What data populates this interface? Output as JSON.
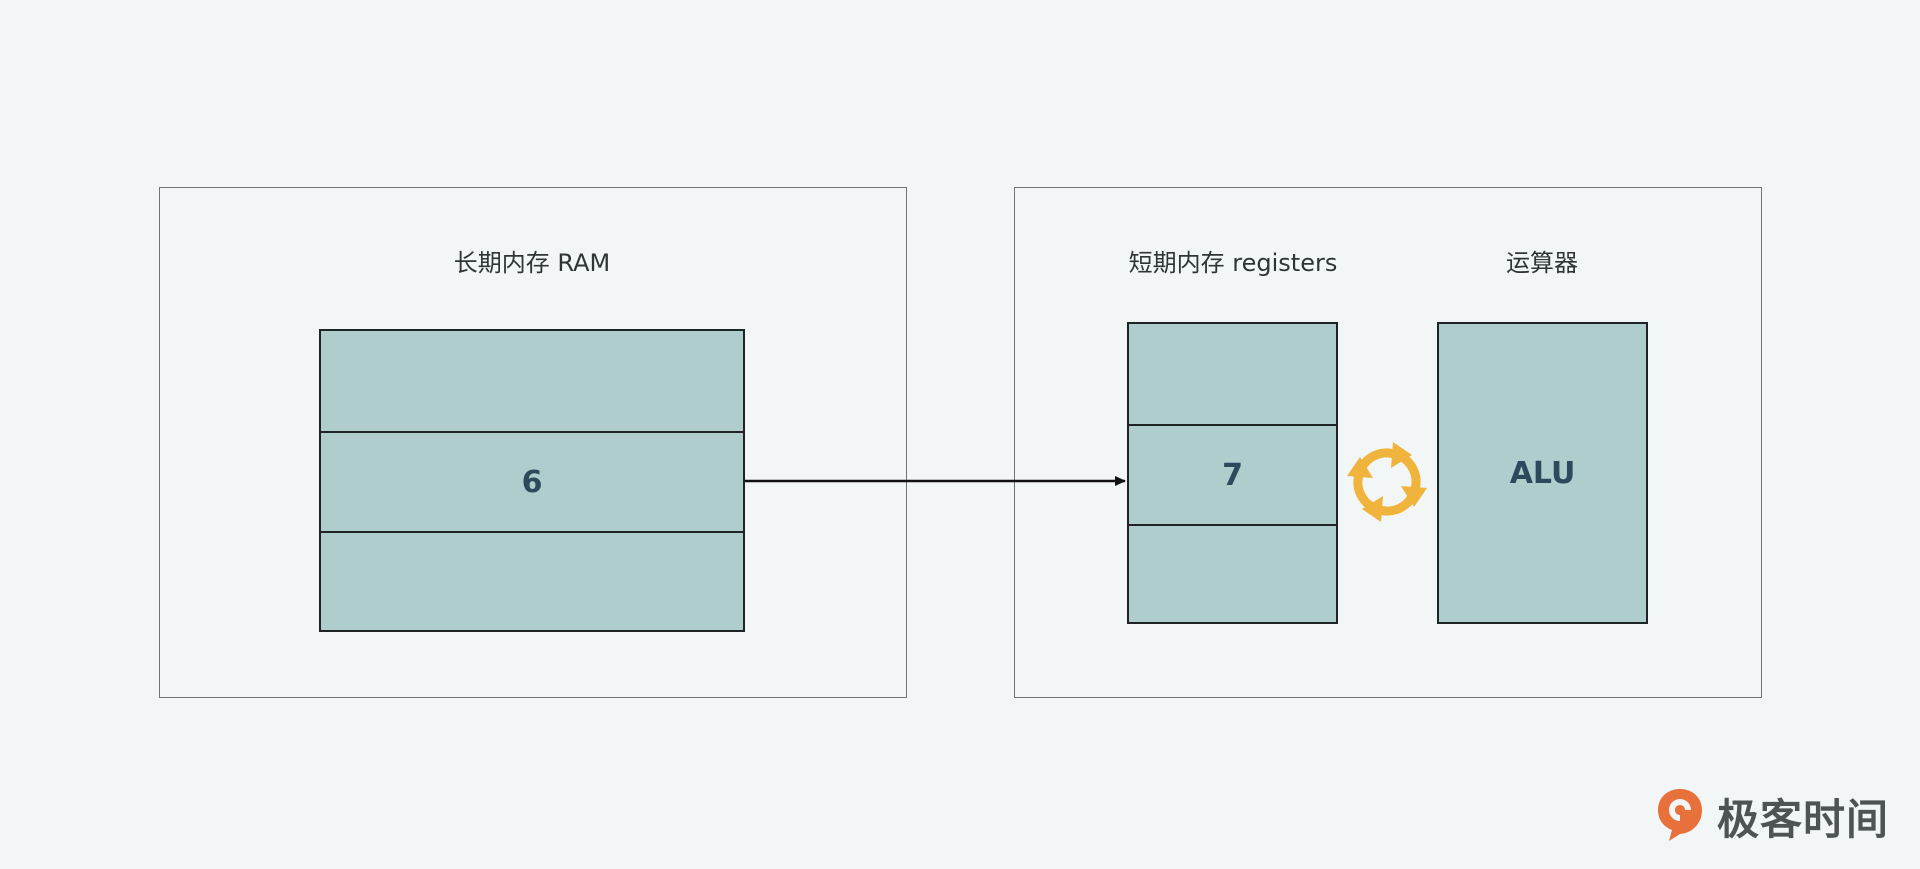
{
  "ram_panel": {
    "title": "长期内存 RAM",
    "cells": [
      "",
      "6",
      ""
    ]
  },
  "cpu_panel": {
    "registers_title": "短期内存 registers",
    "alu_title": "运算器",
    "register_cells": [
      "",
      "7",
      ""
    ],
    "alu_label": "ALU"
  },
  "cycle_icon_color": "#f0b43c",
  "brand": {
    "text": "极客时间",
    "color": "#e8703a"
  }
}
